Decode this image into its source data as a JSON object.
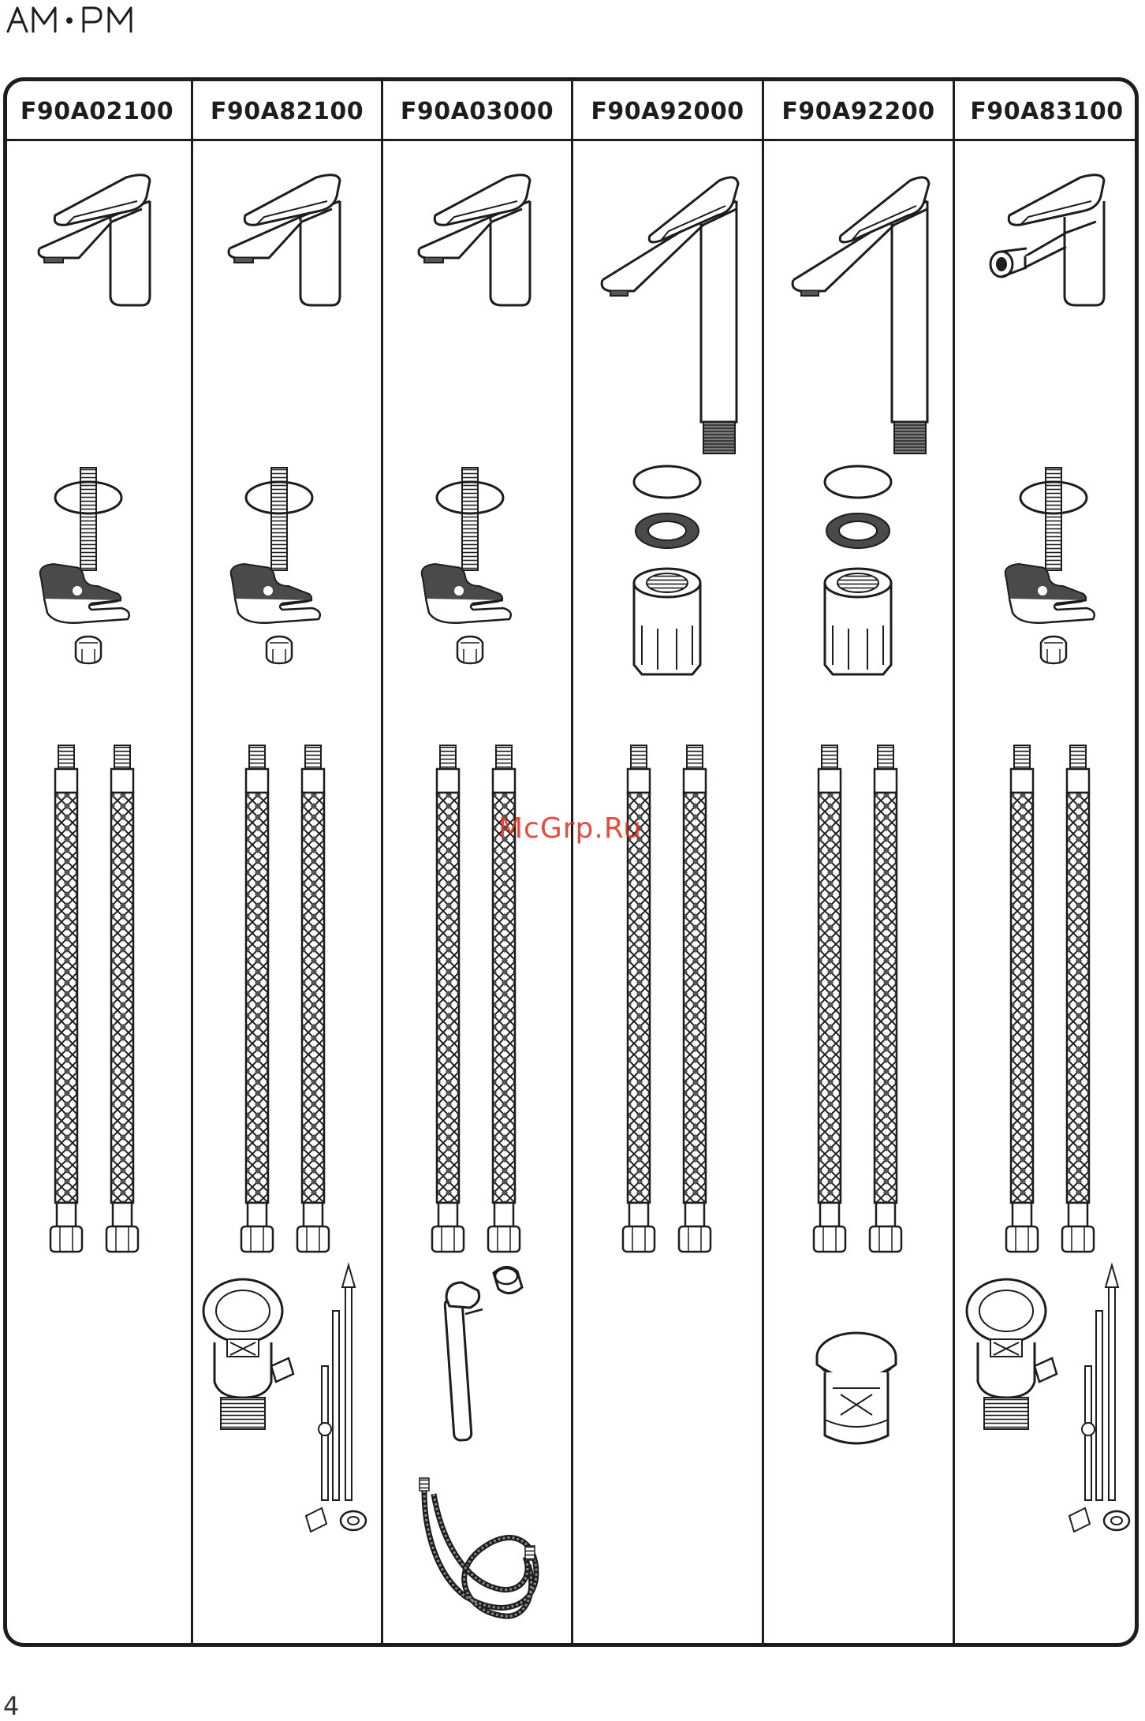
{
  "brand": {
    "logo_text": "AM·PM"
  },
  "table": {
    "columns": [
      {
        "code": "F90A02100",
        "items": [
          "basin-faucet",
          "mounting-stud-set",
          "braided-hoses"
        ]
      },
      {
        "code": "F90A82100",
        "items": [
          "basin-faucet",
          "mounting-stud-set",
          "braided-hoses",
          "pop-up-waste-with-rods"
        ]
      },
      {
        "code": "F90A03000",
        "items": [
          "basin-faucet",
          "mounting-stud-set",
          "braided-hoses",
          "hygienic-shower-handset",
          "shower-hose"
        ]
      },
      {
        "code": "F90A92000",
        "items": [
          "tall-basin-faucet",
          "nut-and-gasket-set",
          "braided-hoses"
        ]
      },
      {
        "code": "F90A92200",
        "items": [
          "tall-basin-faucet",
          "nut-and-gasket-set",
          "braided-hoses",
          "click-clack-waste"
        ]
      },
      {
        "code": "F90A83100",
        "items": [
          "bidet-faucet",
          "mounting-stud-set",
          "braided-hoses",
          "pop-up-waste-with-rods"
        ]
      }
    ]
  },
  "watermark": "McGrp.Ru",
  "page_number": "4",
  "colors": {
    "ink": "#1d1d1b",
    "dark_part": "#4a4a4a",
    "watermark": "#e03020"
  }
}
